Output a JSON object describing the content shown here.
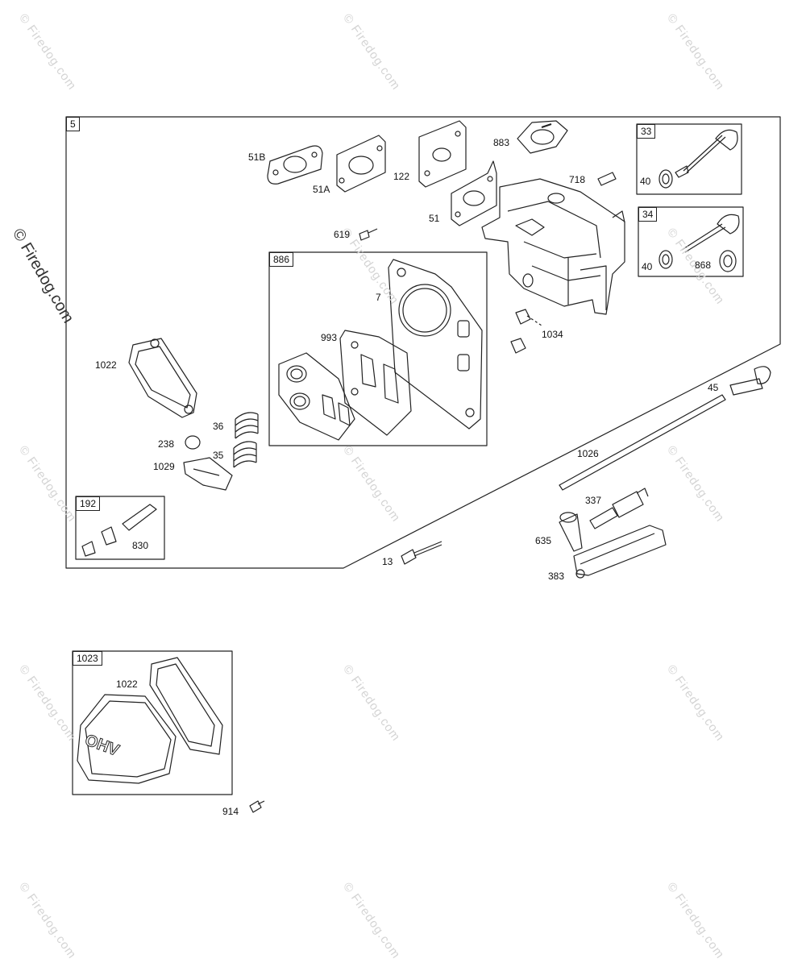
{
  "watermark": "© Firedog.com",
  "boxes": {
    "main": "5",
    "gasket_set": "886",
    "valve_intake": "33",
    "valve_exhaust": "34",
    "rotator": "192",
    "cover_assembly": "1023"
  },
  "parts": {
    "p51b": "51B",
    "p51a": "51A",
    "p122": "122",
    "p883": "883",
    "p718": "718",
    "p51": "51",
    "p619": "619",
    "p40a": "40",
    "p40b": "40",
    "p868": "868",
    "p7": "7",
    "p993": "993",
    "p1034": "1034",
    "p1022": "1022",
    "p36": "36",
    "p238": "238",
    "p35": "35",
    "p1029": "1029",
    "p45": "45",
    "p1026": "1026",
    "p830": "830",
    "p337": "337",
    "p635": "635",
    "p13": "13",
    "p383": "383",
    "p1022b": "1022",
    "p914": "914"
  },
  "cover_text": "OHV"
}
